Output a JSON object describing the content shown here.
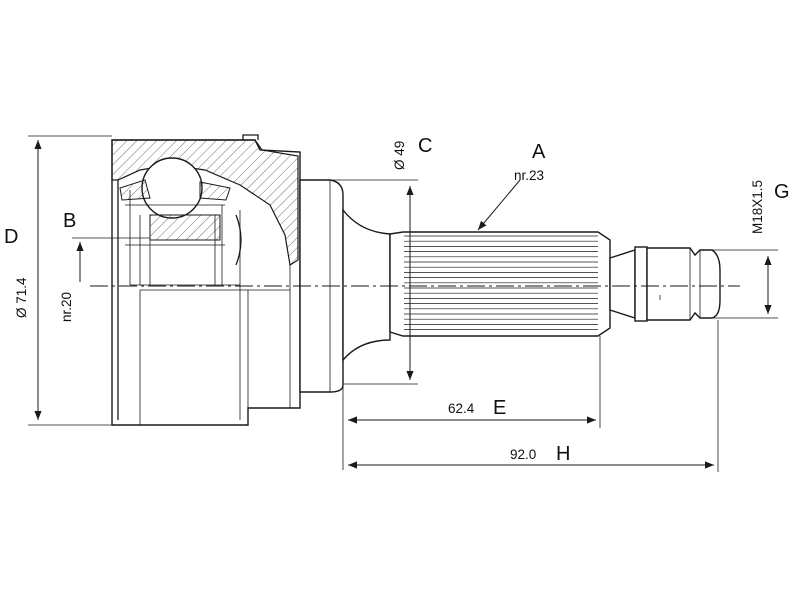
{
  "drawing": {
    "labels": {
      "A": "A",
      "B": "B",
      "C": "C",
      "D": "D",
      "E": "E",
      "G": "G",
      "H": "H"
    },
    "dimensions": {
      "spline_count_outer": "nr.23",
      "spline_count_inner": "nr.20",
      "seal_diameter": "Ø 49",
      "outer_diameter": "Ø 71.4",
      "thread": "M18X1.5",
      "shaft_length": "62.4",
      "total_length": "92.0"
    }
  }
}
